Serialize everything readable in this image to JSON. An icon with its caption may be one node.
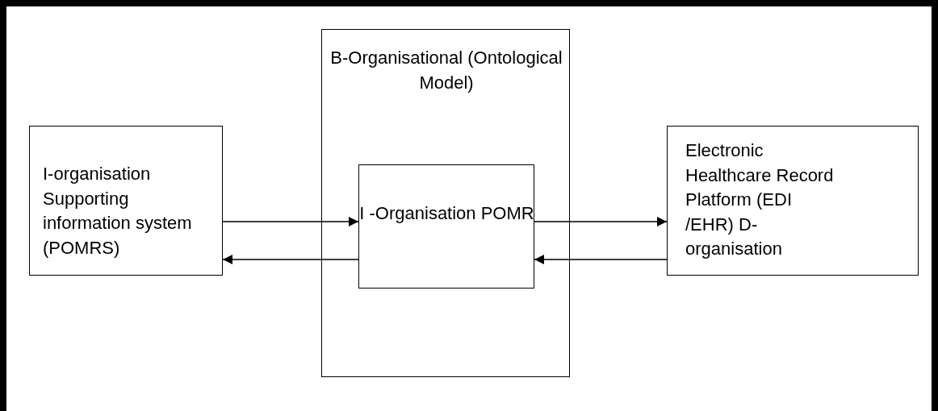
{
  "diagram": {
    "nodes": [
      {
        "text": [
          "I-organisation Supporting information system (POMRS)"
        ]
      },
      {
        "text": [
          "B-Organisational (Ontological Model)"
        ]
      },
      {
        "text": [
          "I -Organisation POMR"
        ],
        "in": 1
      },
      {
        "text": [
          "Electronic Healthcare Record Platform (EDI /EHR) D-organisation"
        ]
      }
    ],
    "edges": [
      {
        "from": 0,
        "to": 2,
        "arrow": "to"
      },
      {
        "from": 2,
        "to": 0,
        "arrow": "to"
      },
      {
        "from": 2,
        "to": 3,
        "arrow": "to"
      },
      {
        "from": 3,
        "to": 2,
        "arrow": "to"
      }
    ]
  }
}
